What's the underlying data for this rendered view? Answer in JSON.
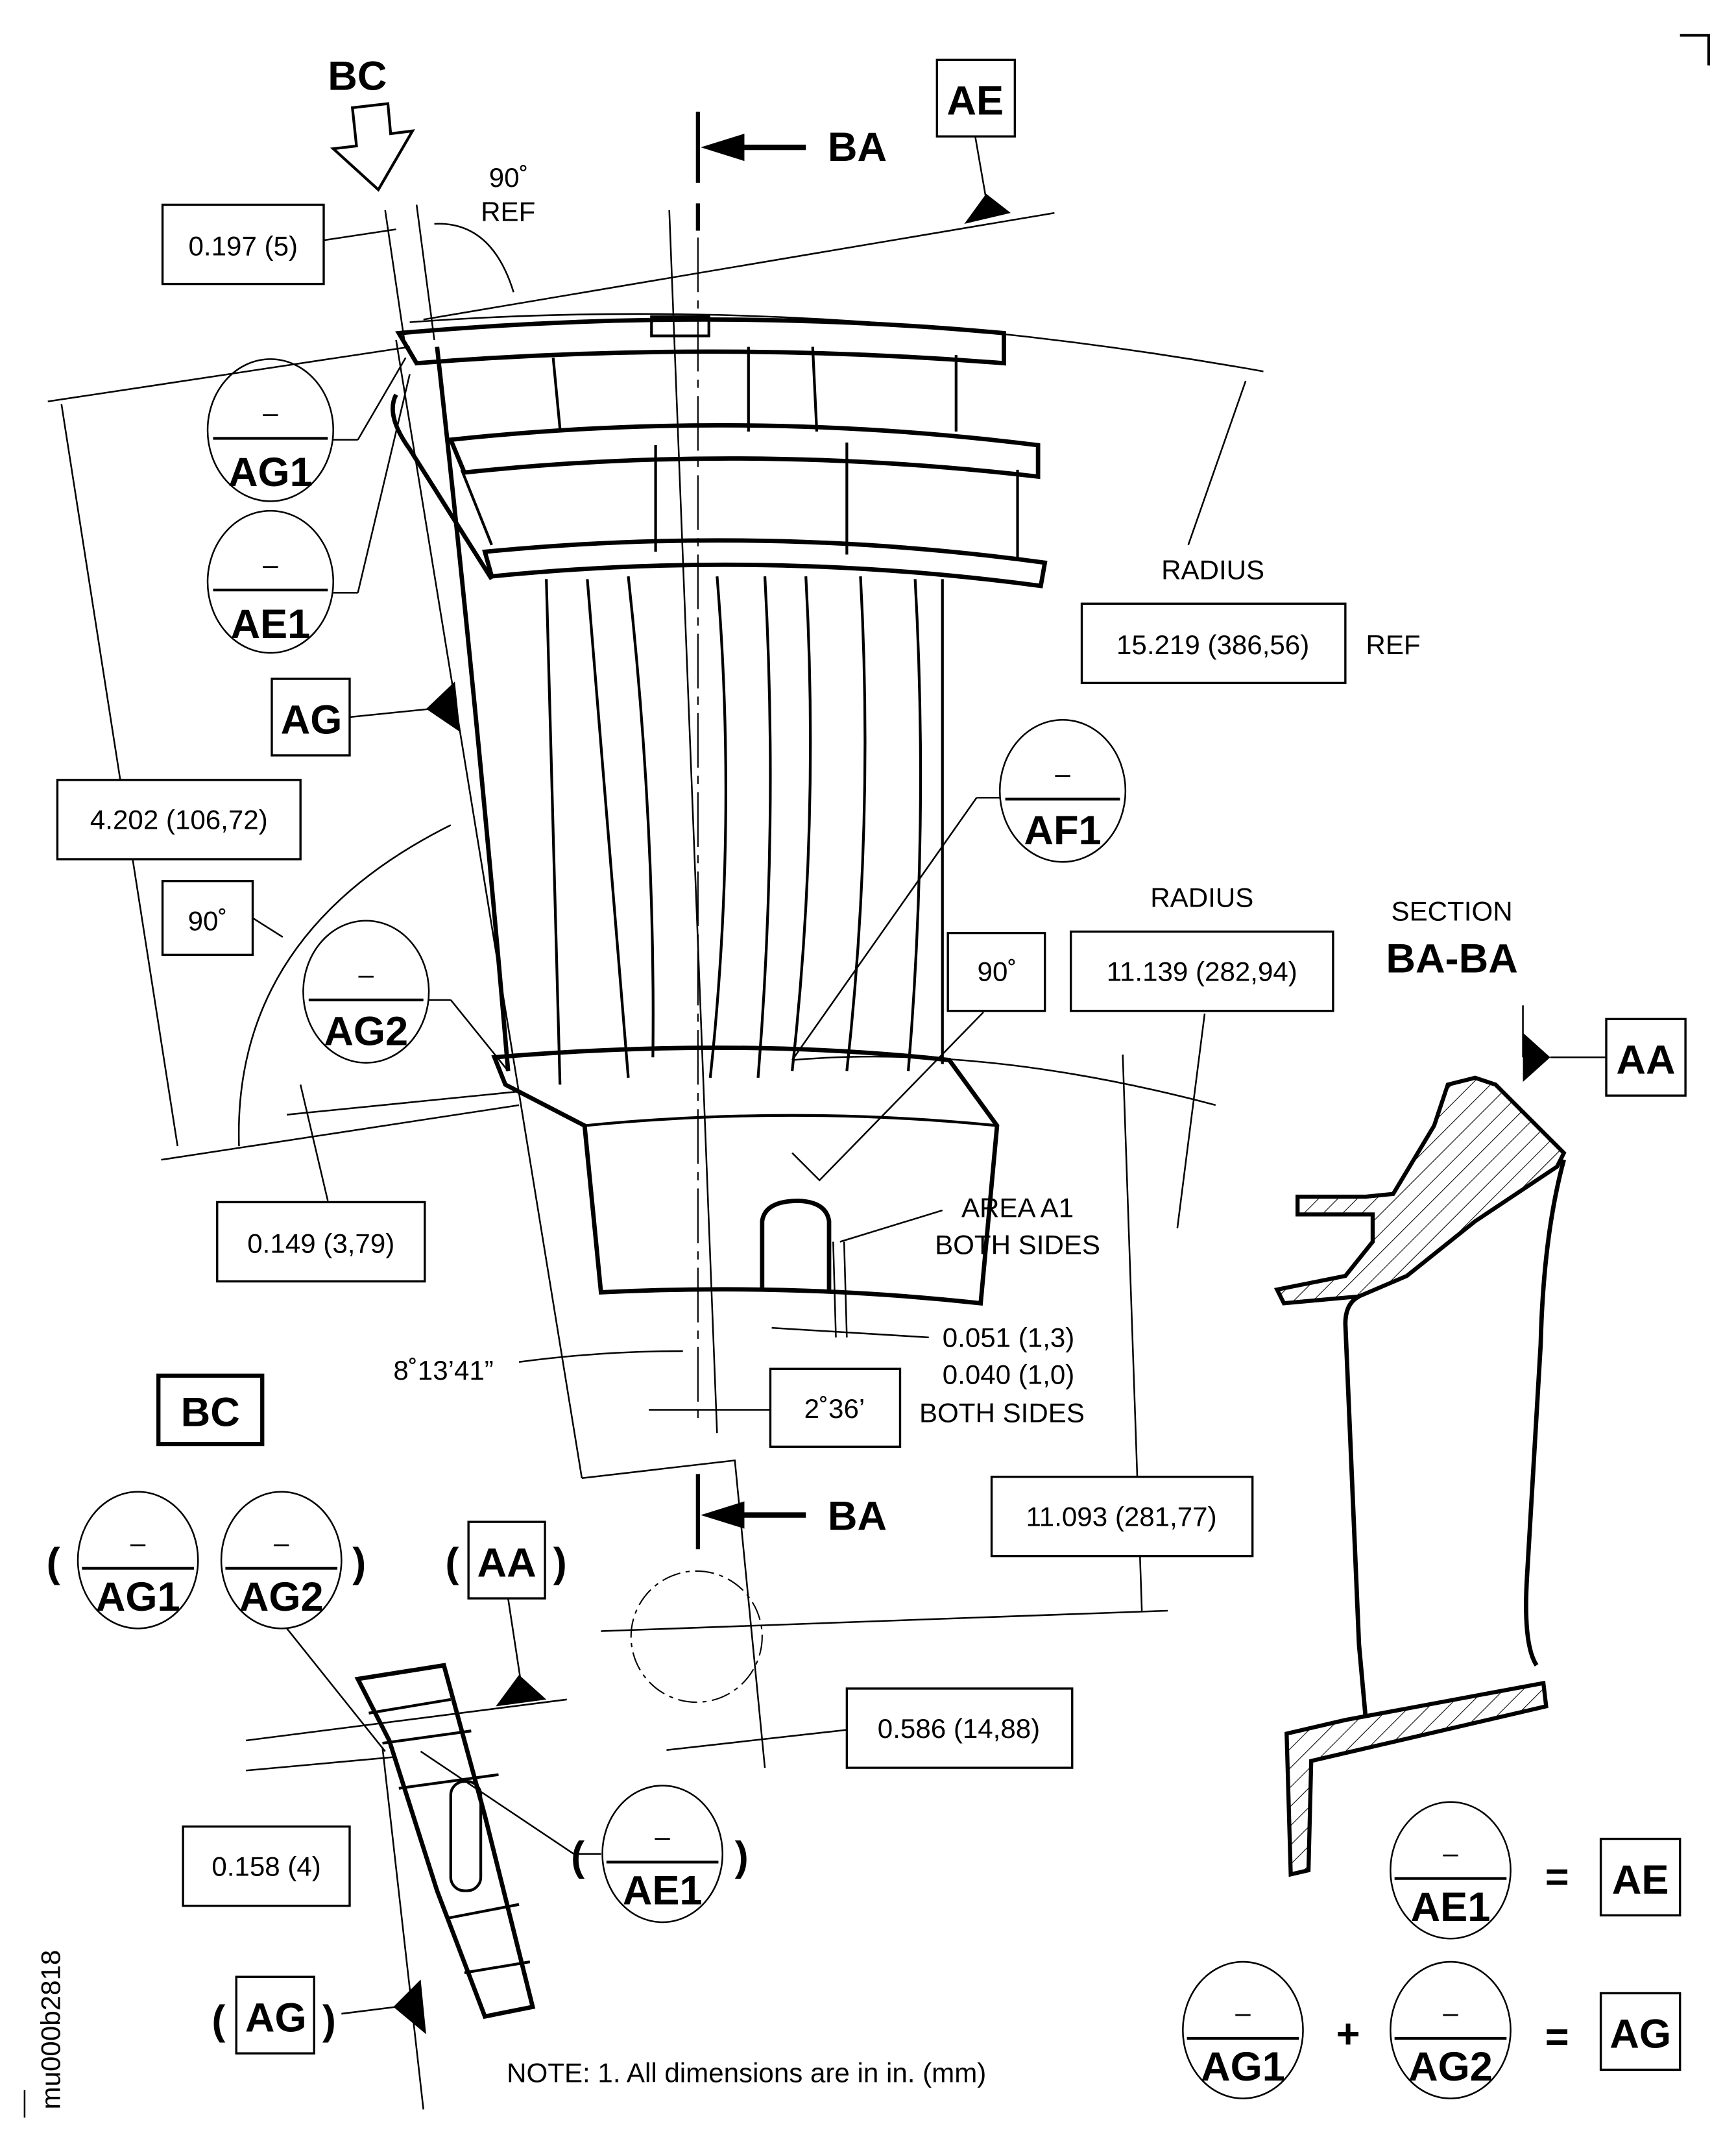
{
  "drawing_id": "mu000b2818",
  "note": "NOTE:  1. All dimensions are in in. (mm)",
  "view_arrow": {
    "label": "BC"
  },
  "view_label": "BC",
  "section_cut": {
    "top_label": "BA",
    "bottom_label": "BA"
  },
  "section_title": {
    "line1": "SECTION",
    "line2": "BA-BA"
  },
  "datums": {
    "AE": "AE",
    "AG": "AG",
    "AA": "AA",
    "AA_ref": "AA",
    "AG_ref": "AG"
  },
  "datum_targets": {
    "AG1": {
      "top": "–",
      "bottom": "AG1"
    },
    "AE1": {
      "top": "–",
      "bottom": "AE1"
    },
    "AF1": {
      "top": "–",
      "bottom": "AF1"
    },
    "AG2": {
      "top": "–",
      "bottom": "AG2"
    },
    "AG1_view": {
      "top": "–",
      "bottom": "AG1"
    },
    "AG2_view": {
      "top": "–",
      "bottom": "AG2"
    },
    "AE1_view": {
      "top": "–",
      "bottom": "AE1"
    }
  },
  "dimensions": {
    "d_0197": "0.197 (5)",
    "angle_90_ref": {
      "value": "90˚",
      "suffix": "REF"
    },
    "radius_outer": {
      "label": "RADIUS",
      "value": "15.219 (386,56)",
      "suffix": "REF"
    },
    "d_4202": "4.202 (106,72)",
    "angle_90_left": "90˚",
    "angle_90_mid": "90˚",
    "radius_inner": {
      "label": "RADIUS",
      "value": "11.139 (282,94)"
    },
    "d_0149": "0.149 (3,79)",
    "area_a1": {
      "line1": "AREA A1",
      "line2": "BOTH SIDES"
    },
    "angle_8": "8˚13’41”",
    "slot_width": {
      "line1": "0.051 (1,3)",
      "line2": "0.040 (1,0)",
      "line3": "BOTH SIDES"
    },
    "angle_2": "2˚36’",
    "d_11093": "11.093 (281,77)",
    "d_0586": "0.586 (14,88)",
    "d_0158": "0.158 (4)"
  },
  "legend": {
    "eq1": {
      "lhs": "AE1",
      "op": "=",
      "rhs": "AE"
    },
    "eq2": {
      "lhs1": "AG1",
      "plus": "+",
      "lhs2": "AG2",
      "op": "=",
      "rhs": "AG"
    },
    "dash": "–"
  },
  "parens": {
    "open": "(",
    "close": ")"
  }
}
